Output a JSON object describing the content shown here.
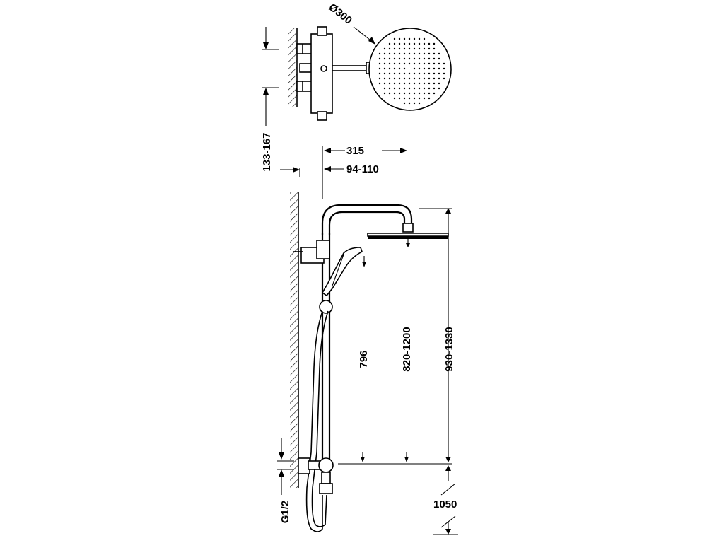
{
  "drawing": {
    "dimensions": {
      "head_diameter": "Ø300",
      "arm_reach": "315",
      "wall_offset": "94-110",
      "inlet_spacing": "133-167",
      "column_height": "796",
      "head_height_adjust": "820-1200",
      "total_height": "930-1330",
      "install_height": "1050",
      "thread": "G1/2"
    },
    "colors": {
      "line": "#000000",
      "background": "#ffffff"
    }
  }
}
